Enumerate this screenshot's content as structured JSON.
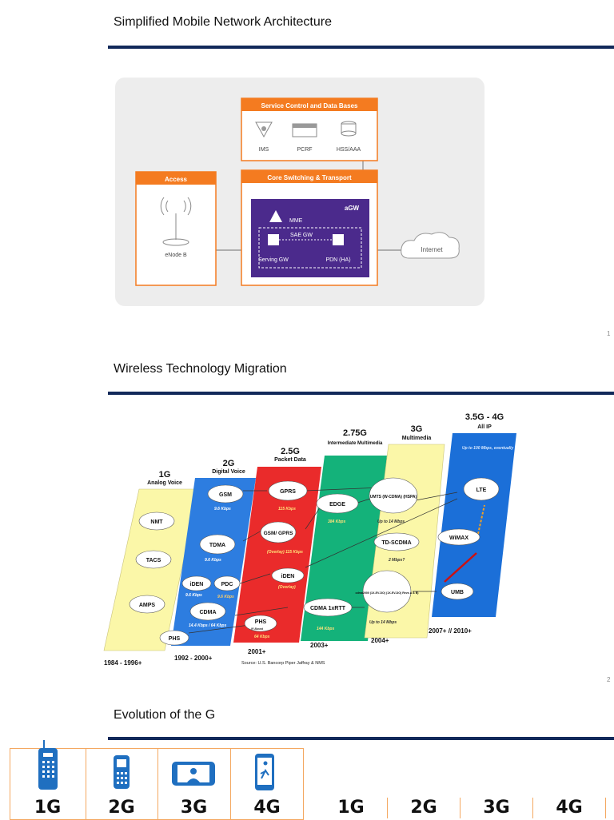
{
  "slide1": {
    "title": "Simplified Mobile Network Architecture",
    "service_box_title": "Service Control and Data Bases",
    "service_items": [
      "IMS",
      "PCRF",
      "HSS/AAA"
    ],
    "access_title": "Access",
    "access_item": "eNode B",
    "core_title": "Core Switching & Transport",
    "agw": "aGW",
    "mme": "MME",
    "sae_gw": "SAE GW",
    "serving_gw": "Serving GW",
    "pdn": "PDN (HA)",
    "internet": "Internet",
    "page_number": "1"
  },
  "slide2": {
    "title": "Wireless Technology Migration",
    "bands": [
      {
        "gen": "1G",
        "sub": "Analog Voice",
        "years": "1984 - 1996+"
      },
      {
        "gen": "2G",
        "sub": "Digital Voice",
        "years": "1992 - 2000+"
      },
      {
        "gen": "2.5G",
        "sub": "Packet Data",
        "years": "2001+"
      },
      {
        "gen": "2.75G",
        "sub": "Intermediate Multimedia",
        "years": "2003+"
      },
      {
        "gen": "3G",
        "sub": "Multimedia",
        "years": "2004+"
      },
      {
        "gen": "3.5G - 4G",
        "sub": "All IP",
        "years": "2007+ // 2010+"
      }
    ],
    "nodes": {
      "nmt": "NMT",
      "tacs": "TACS",
      "amps": "AMPS",
      "gsm": "GSM",
      "gsm_rate": "9.6 Kbps",
      "tdma": "TDMA",
      "tdma_rate": "9.6 Kbps",
      "iden": "iDEN",
      "iden_rate": "9.6 Kbps",
      "pdc": "PDC",
      "pdc_rate": "9.6 Kbps",
      "cdma": "CDMA",
      "cdma_rate": "14.4 Kbps / 64 Kbps",
      "phs": "PHS",
      "gprs": "GPRS",
      "gprs_rate": "115 Kbps",
      "gsm_gprs": "GSM/ GPRS",
      "overlay": "(Overlay) 115 Kbps",
      "iden2": "iDEN",
      "iden2_note": "(Overlay)",
      "phs2": "PHS",
      "phs2_note": "IP-Based",
      "phs2_rate": "64 Kbps",
      "edge": "EDGE",
      "edge_rate": "384 Kbps",
      "cdma1x": "CDMA 1xRTT",
      "cdma1x_rate": "144 Kbps",
      "umts": "UMTS (W-CDMA) (HSPA)",
      "umts_rate": "Up to 14 Mbps",
      "tdscdma": "TD-SCDMA",
      "tdscdma_rate": "2 Mbps?",
      "cdma2000": "cdma2000 (1X-EV-DO) (1X-EV-DO) Revs A & B)",
      "cdma2000_rate": "Up to 14 Mbps",
      "lte": "LTE",
      "wimax": "WiMAX",
      "umb": "UMB",
      "top_rate": "Up to 100 Mbps, eventually"
    },
    "source": "Source:  U.S. Bancorp Piper Jaffray & NMS",
    "page_number": "2"
  },
  "slide3": {
    "title": "Evolution of the G",
    "gens_boxed": [
      "1G",
      "2G",
      "3G",
      "4G"
    ],
    "gens_plain": [
      "1G",
      "2G",
      "3G",
      "4G"
    ],
    "icons": [
      "brick-phone-icon",
      "feature-phone-icon",
      "video-call-icon",
      "smartphone-icon"
    ]
  },
  "colors": {
    "rule": "#12295a",
    "orange": "#f47b20",
    "purple": "#4b2a8c",
    "band_yellow": "#fbf7a8",
    "band_blue": "#2d7de0",
    "band_red": "#ea2b2b",
    "band_green": "#14b27a",
    "band_top_blue": "#1b6fd8",
    "icon_blue": "#1f6fc0"
  }
}
